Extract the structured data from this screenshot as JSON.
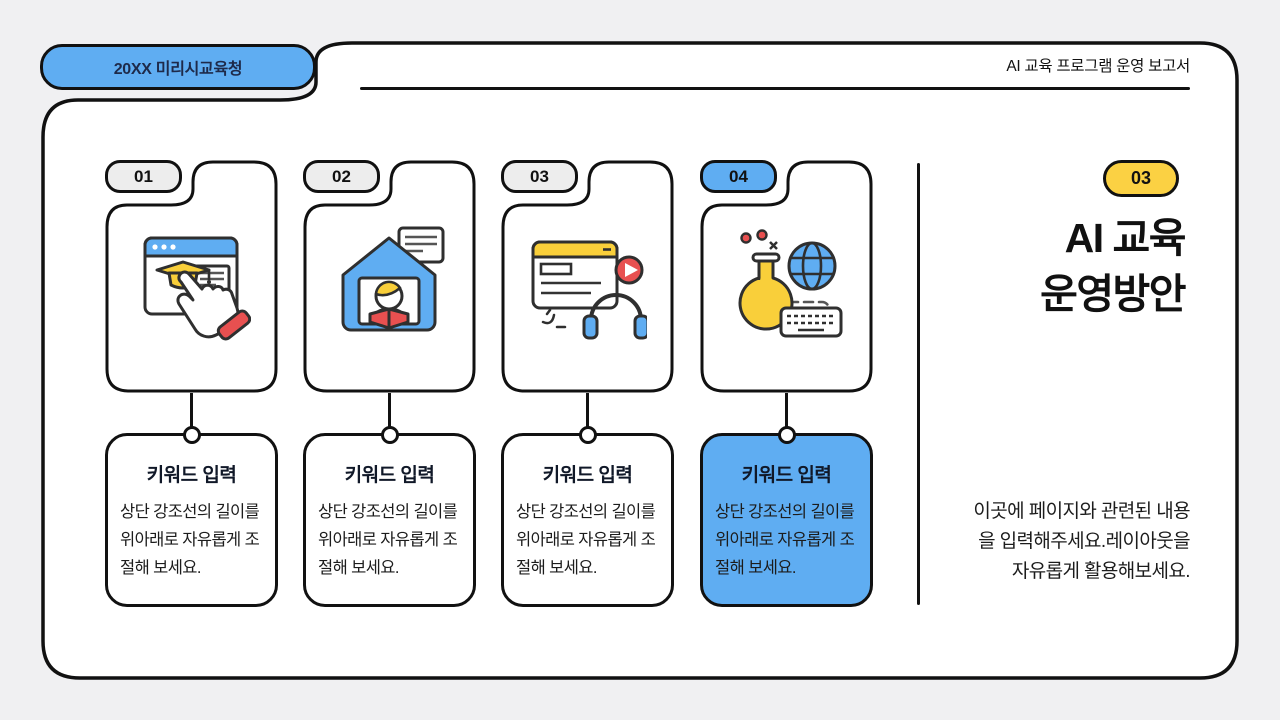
{
  "header": {
    "badge_label": "20XX 미리시교육청",
    "report_title": "AI 교육 프로그램 운영 보고서"
  },
  "steps": [
    {
      "number": "01",
      "icon": "online-course-click-icon",
      "title": "키워드 입력",
      "body": "상단 강조선의 길이를 위아래로 자유롭게 조절해 보세요.",
      "highlighted": false
    },
    {
      "number": "02",
      "icon": "home-study-icon",
      "title": "키워드 입력",
      "body": "상단 강조선의 길이를 위아래로 자유롭게 조절해 보세요.",
      "highlighted": false
    },
    {
      "number": "03",
      "icon": "media-lesson-icon",
      "title": "키워드 입력",
      "body": "상단 강조선의 길이를 위아래로 자유롭게 조절해 보세요.",
      "highlighted": false
    },
    {
      "number": "04",
      "icon": "ai-science-icon",
      "title": "키워드 입력",
      "body": "상단 강조선의 길이를 위아래로 자유롭게 조절해 보세요.",
      "highlighted": true
    }
  ],
  "side_panel": {
    "badge_number": "03",
    "title_line1": "AI 교육",
    "title_line2": "운영방안",
    "desc_line1": "이곳에 페이지와 관련된 내용",
    "desc_line2": "을 입력해주세요.레이아웃을",
    "desc_line3": "자유롭게 활용해보세요."
  },
  "colors": {
    "background": "#f0f0f2",
    "accent_blue": "#5fadf2",
    "accent_yellow": "#fbd143",
    "accent_red": "#e85050",
    "outline_black": "#111111",
    "tab_gray": "#ededed"
  }
}
